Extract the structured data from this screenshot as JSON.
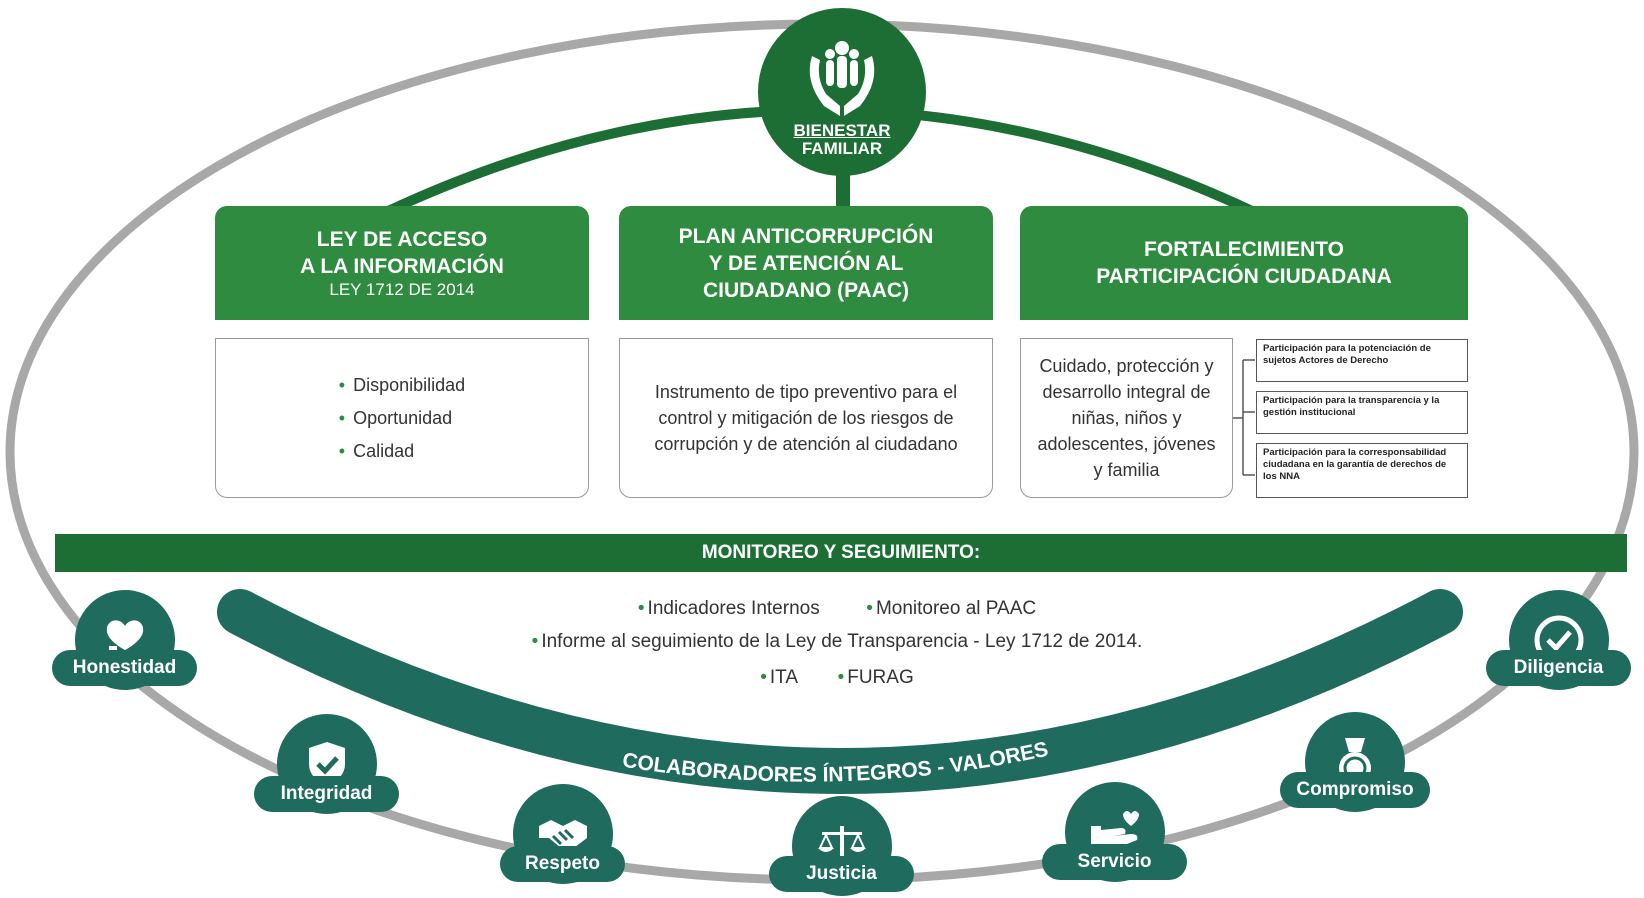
{
  "logo": {
    "line1": "BIENESTAR",
    "line2": "FAMILIAR"
  },
  "pillars": [
    {
      "title": "LEY DE ACCESO\nA LA INFORMACIÓN",
      "subtitle": "LEY 1712 DE 2014"
    },
    {
      "title": "PLAN ANTICORRUPCIÓN\nY DE ATENCIÓN AL\nCIUDADANO (PAAC)",
      "subtitle": ""
    },
    {
      "title": "FORTALECIMIENTO\nPARTICIPACIÓN CIUDADANA",
      "subtitle": ""
    }
  ],
  "ley_items": [
    "Disponibilidad",
    "Oportunidad",
    "Calidad"
  ],
  "paac_text": "Instrumento de tipo preventivo para el control y mitigación de los riesgos de corrupción y de atención al ciudadano",
  "participacion": {
    "main": "Cuidado, protección y desarrollo integral de niñas, niños y adolescentes, jóvenes y familia",
    "items": [
      "Participación para la potenciación de sujetos Actores de Derecho",
      "Participación para la transparencia y la gestión institucional",
      "Participación para la corresponsabilidad ciudadana en la garantía de derechos de los NNA"
    ]
  },
  "monitoreo": {
    "title": "MONITOREO Y SEGUIMIENTO:",
    "row1": [
      "Indicadores Internos",
      "Monitoreo al PAAC"
    ],
    "row2": [
      "Informe al seguimiento de la Ley de Transparencia - Ley 1712 de 2014."
    ],
    "row3": [
      "ITA",
      "FURAG"
    ]
  },
  "arc_label": "COLABORADORES ÍNTEGROS - VALORES",
  "values": [
    {
      "label": "Honestidad",
      "icon": "heart-hand-icon"
    },
    {
      "label": "Integridad",
      "icon": "shield-check-icon"
    },
    {
      "label": "Respeto",
      "icon": "handshake-icon"
    },
    {
      "label": "Justicia",
      "icon": "scales-icon"
    },
    {
      "label": "Servicio",
      "icon": "helping-hand-icon"
    },
    {
      "label": "Compromiso",
      "icon": "medal-icon"
    },
    {
      "label": "Diligencia",
      "icon": "badge-check-icon"
    }
  ],
  "colors": {
    "green": "#2e8b3f",
    "dark_green": "#1c6e34",
    "teal": "#1f6b5d",
    "gray": "#9a9a9a"
  }
}
